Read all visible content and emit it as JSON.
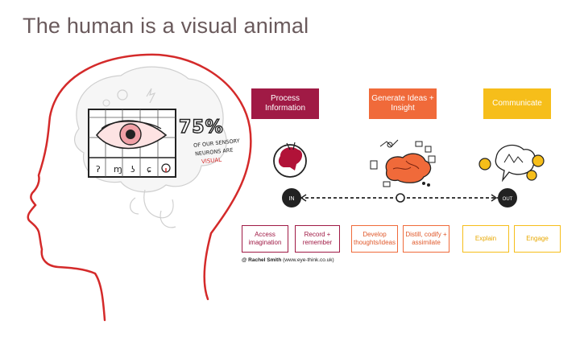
{
  "slide": {
    "title": "The human is a visual animal",
    "stat_big": "75%",
    "stat_line1": "OF OUR SENSORY",
    "stat_line2": "NEURONS ARE",
    "stat_line3": "VISUAL"
  },
  "stages": [
    {
      "label": "Process Information",
      "color": "#a01a45"
    },
    {
      "label": "Generate Ideas + Insight",
      "color": "#f06a3a"
    },
    {
      "label": "Communicate",
      "color": "#f6be1a"
    }
  ],
  "badges": {
    "in": "IN",
    "out": "OUT"
  },
  "actions": [
    {
      "label": "Access imagination",
      "color": "#a01a45"
    },
    {
      "label": "Record + remember",
      "color": "#a01a45"
    },
    {
      "label": "Develop thoughts/ideas",
      "color": "#f06a3a"
    },
    {
      "label": "Distill, codify + assimilate",
      "color": "#f06a3a"
    },
    {
      "label": "Explain",
      "color": "#f6be1a"
    },
    {
      "label": "Engage",
      "color": "#f6be1a"
    }
  ],
  "credit": {
    "author": "@ Rachel Smith",
    "site": "(www.eye-think.co.uk)"
  }
}
